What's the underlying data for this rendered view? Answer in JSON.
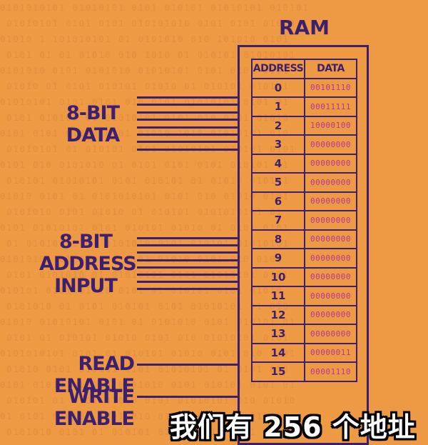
{
  "ram": {
    "title": "RAM",
    "headers": {
      "address": "ADDRESS",
      "data": "DATA"
    },
    "rows": [
      {
        "address": "0",
        "data": "00101110"
      },
      {
        "address": "1",
        "data": "00011111"
      },
      {
        "address": "2",
        "data": "10000100"
      },
      {
        "address": "3",
        "data": "00000000"
      },
      {
        "address": "4",
        "data": "00000000"
      },
      {
        "address": "5",
        "data": "00000000"
      },
      {
        "address": "6",
        "data": "00000000"
      },
      {
        "address": "7",
        "data": "00000000"
      },
      {
        "address": "8",
        "data": "00000000"
      },
      {
        "address": "9",
        "data": "00000000"
      },
      {
        "address": "10",
        "data": "00000000"
      },
      {
        "address": "11",
        "data": "00000000"
      },
      {
        "address": "12",
        "data": "00000000"
      },
      {
        "address": "13",
        "data": "00000000"
      },
      {
        "address": "14",
        "data": "00000011"
      },
      {
        "address": "15",
        "data": "00001110"
      }
    ]
  },
  "labels": {
    "data_line1": "8-BIT",
    "data_line2": "DATA",
    "address_line1": "8-BIT",
    "address_line2": "ADDRESS",
    "address_line3": "INPUT",
    "read_enable": "READ ENABLE",
    "write_enable": "WRITE ENABLE"
  },
  "subtitle": "我们有 256 个地址",
  "colors": {
    "background": "#ee9a45",
    "ink": "#3c1f6e",
    "data_text": "#b8349a"
  }
}
